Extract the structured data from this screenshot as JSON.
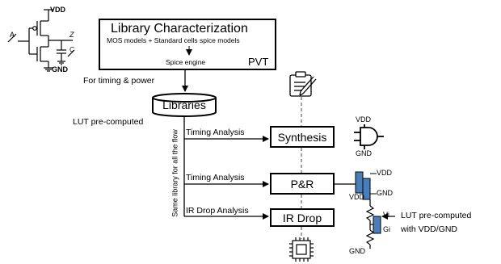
{
  "lib_box": {
    "title": "Library Characterization",
    "subtitle": "MOS models + Standard cells spice models",
    "engine": "Spice engine",
    "pvt": "PVT"
  },
  "inverter": {
    "vdd": "VDD",
    "gnd": "GND",
    "in": "A",
    "out": "Z",
    "cap": "C"
  },
  "flow": {
    "for_timing_power": "For timing & power",
    "libraries": "Libraries",
    "lut_precomputed": "LUT pre-computed",
    "same_library": "Same library for all the flow",
    "timing_analysis_1": "Timing Analysis",
    "timing_analysis_2": "Timing Analysis",
    "ir_drop_analysis": "IR Drop Analysis",
    "synthesis": "Synthesis",
    "pr": "P&R",
    "ir_drop": "IR Drop"
  },
  "and_gate": {
    "vdd": "VDD",
    "gnd": "GND"
  },
  "power_wires": {
    "vdd_top": "VDD",
    "vdd_left": "VDD",
    "gnd": "GND"
  },
  "ir_model": {
    "vi": "Vi",
    "gi": "Gi",
    "gnd": "GND",
    "lut_line1": "LUT pre-computed",
    "lut_line2": "with VDD/GND"
  },
  "colors": {
    "line": "#000000",
    "dashed": "#666666",
    "wire_blue": "#4a7ebb"
  },
  "icons": [
    "inverter-schematic",
    "clipboard-pencil-icon",
    "and-gate-symbol",
    "chip-icon",
    "resistor-symbol"
  ]
}
